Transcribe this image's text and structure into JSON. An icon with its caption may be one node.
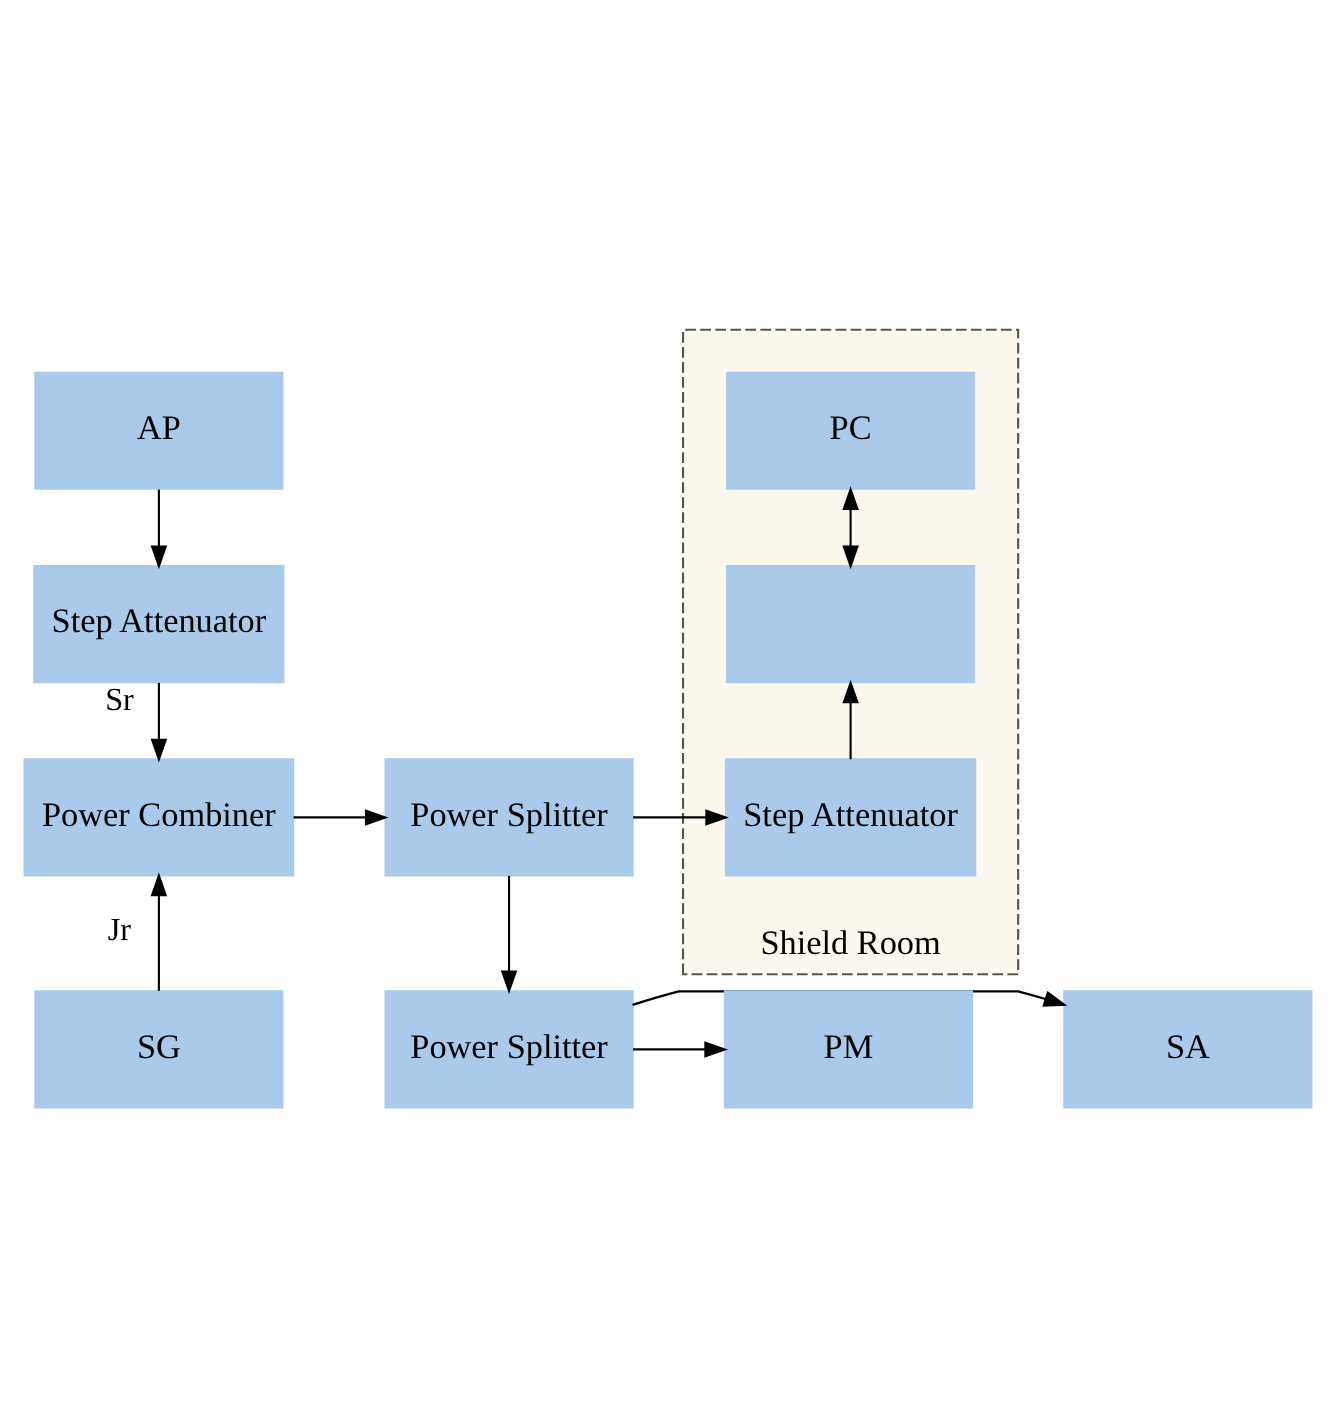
{
  "diagram": {
    "nodes": [
      {
        "text": [
          "Shield Room"
        ]
      },
      {
        "text": [
          "AP"
        ]
      },
      {
        "text": [
          "Step Attenuator"
        ]
      },
      {
        "text": [
          "Power Combiner"
        ]
      },
      {
        "text": [
          "SG"
        ]
      },
      {
        "text": [
          "Power Splitter"
        ]
      },
      {
        "text": [
          "PC"
        ],
        "in": 0
      },
      {
        "text": [],
        "shape": "box",
        "in": 0
      },
      {
        "text": [
          "Step Attenuator"
        ],
        "in": 0
      },
      {
        "text": [
          "Power Splitter"
        ]
      },
      {
        "text": [
          "SA"
        ]
      },
      {
        "text": [
          "PM"
        ]
      }
    ],
    "edges": [
      {
        "from": 1,
        "to": 2,
        "arrow": "to"
      },
      {
        "from": 2,
        "to": 3,
        "arrow": "to",
        "label": "Sr"
      },
      {
        "from": 4,
        "to": 3,
        "arrow": "to",
        "label": "Jr"
      },
      {
        "from": 3,
        "to": 5,
        "arrow": "to"
      },
      {
        "from": 5,
        "to": 8,
        "arrow": "to"
      },
      {
        "from": 8,
        "to": 7,
        "arrow": "to"
      },
      {
        "from": 7,
        "to": 6,
        "arrow": "both"
      },
      {
        "from": 5,
        "to": 9,
        "arrow": "to"
      },
      {
        "from": 9,
        "to": 10,
        "arrow": "to"
      },
      {
        "from": 9,
        "to": 11,
        "arrow": "to"
      }
    ]
  }
}
